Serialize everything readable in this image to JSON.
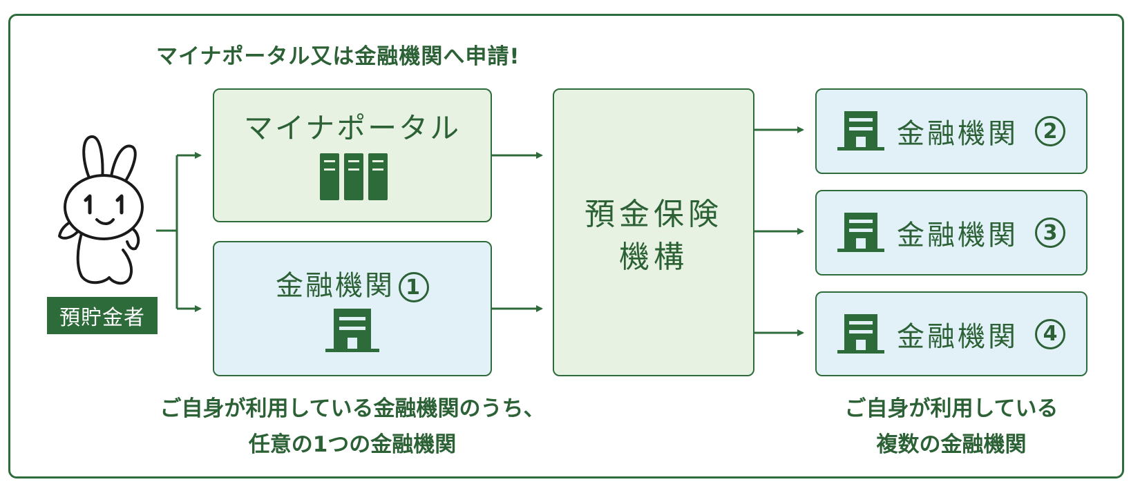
{
  "heading": "マイナポータル又は金融機関へ申請!",
  "depositor": {
    "label": "預貯金者",
    "mascot_icon": "rabbit-mascot-icon"
  },
  "myna_portal": {
    "title": "マイナポータル",
    "icon": "server-icon"
  },
  "fi_primary": {
    "label": "金融機関",
    "number": "1",
    "icon": "building-icon"
  },
  "dic": {
    "line1": "預金保険",
    "line2": "機構"
  },
  "fi_targets": [
    {
      "label": "金融機関",
      "number": "2",
      "icon": "building-icon"
    },
    {
      "label": "金融機関",
      "number": "3",
      "icon": "building-icon"
    },
    {
      "label": "金融機関",
      "number": "4",
      "icon": "building-icon"
    }
  ],
  "caption_left": {
    "line1": "ご自身が利用している金融機関のうち、",
    "line2": "任意の1つの金融機関"
  },
  "caption_right": {
    "line1": "ご自身が利用している",
    "line2": "複数の金融機関"
  },
  "colors": {
    "primary": "#2e6b3a",
    "green_fill": "#e8f2e2",
    "blue_fill": "#e2f0f8"
  }
}
